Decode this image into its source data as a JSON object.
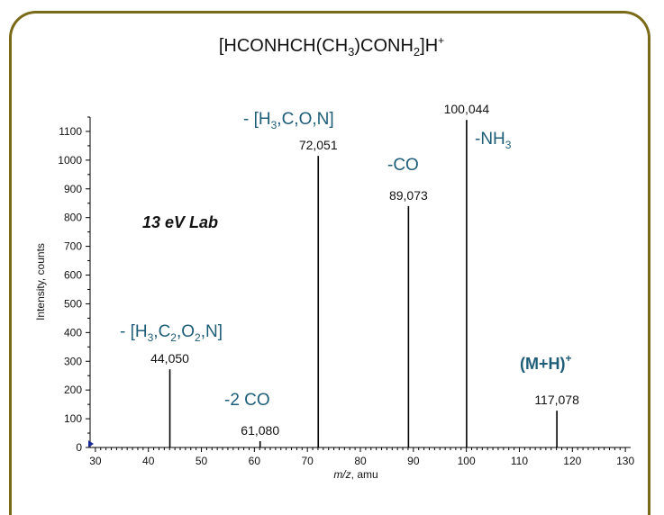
{
  "chart_data": {
    "type": "bar",
    "title": {
      "pre": "[HCONHCH(CH",
      "sub1": "3",
      "mid": ")CONH",
      "sub2": "2",
      "post": "]H",
      "sup": "+"
    },
    "xlabel": {
      "italic": "m/z",
      "rest": ", amu"
    },
    "ylabel": "Intensity, counts",
    "xlim": [
      29,
      131
    ],
    "ylim": [
      0,
      1150
    ],
    "x_ticks": [
      30,
      40,
      50,
      60,
      70,
      80,
      90,
      100,
      110,
      120,
      130
    ],
    "y_ticks": [
      0,
      100,
      200,
      300,
      400,
      500,
      600,
      700,
      800,
      900,
      1000,
      1100
    ],
    "condition_label": "13 eV Lab",
    "peaks": [
      {
        "mz": 44.05,
        "intensity": 272,
        "label": "44,050"
      },
      {
        "mz": 61.08,
        "intensity": 22,
        "label": "61,080"
      },
      {
        "mz": 72.051,
        "intensity": 1015,
        "label": "72,051"
      },
      {
        "mz": 89.073,
        "intensity": 840,
        "label": "89,073"
      },
      {
        "mz": 100.044,
        "intensity": 1140,
        "label": "100,044"
      },
      {
        "mz": 117.078,
        "intensity": 128,
        "label": "117,078"
      }
    ],
    "annotations": [
      {
        "id": "loss-h3c2o2n",
        "parts": [
          [
            "- [H",
            "n"
          ],
          [
            "3",
            "sub"
          ],
          [
            ",C",
            "n"
          ],
          [
            "2",
            "sub"
          ],
          [
            ",O",
            "n"
          ],
          [
            "2",
            "sub"
          ],
          [
            ",N]",
            "n"
          ]
        ]
      },
      {
        "id": "loss-2co",
        "parts": [
          [
            "-2 CO",
            "n"
          ]
        ]
      },
      {
        "id": "loss-h3con",
        "parts": [
          [
            "- [H",
            "n"
          ],
          [
            "3",
            "sub"
          ],
          [
            ",C,O,N]",
            "n"
          ]
        ]
      },
      {
        "id": "loss-co",
        "parts": [
          [
            "-CO",
            "n"
          ]
        ]
      },
      {
        "id": "loss-nh3",
        "parts": [
          [
            "-NH",
            "n"
          ],
          [
            "3",
            "sub"
          ]
        ]
      },
      {
        "id": "parent-ion",
        "parts": [
          [
            "(M+H)",
            "n"
          ],
          [
            "+",
            "sup"
          ]
        ]
      }
    ],
    "colors": {
      "peak": "#000000",
      "annotation": "#1e5d78",
      "frame": "#7a6a18"
    }
  }
}
